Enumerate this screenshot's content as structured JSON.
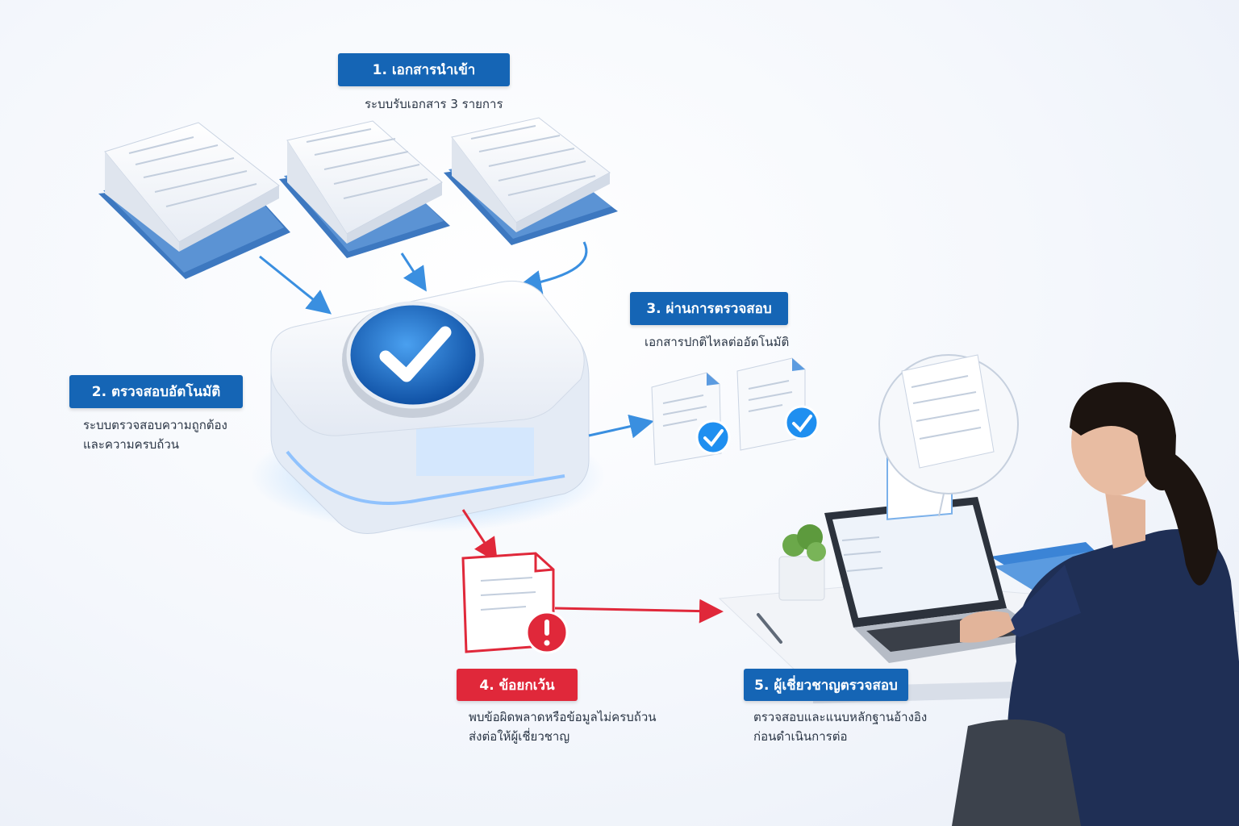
{
  "steps": [
    {
      "title": "1. เอกสารนำเข้า",
      "lines": [
        "ระบบรับเอกสาร 3 รายการ"
      ]
    },
    {
      "title": "2. ตรวจสอบอัตโนมัติ",
      "lines": [
        "ระบบตรวจสอบความถูกต้อง",
        "และความครบถ้วน"
      ]
    },
    {
      "title": "3. ผ่านการตรวจสอบ",
      "lines": [
        "เอกสารปกติไหลต่ออัตโนมัติ"
      ]
    },
    {
      "title": "4. ข้อยกเว้น",
      "lines": [
        "พบข้อผิดพลาดหรือข้อมูลไม่ครบถ้วน",
        "ส่งต่อให้ผู้เชี่ยวชาญ"
      ]
    },
    {
      "title": "5. ผู้เชี่ยวชาญตรวจสอบ",
      "lines": [
        "ตรวจสอบและแนบหลักฐานอ้างอิง",
        "ก่อนดำเนินการต่อ"
      ]
    }
  ],
  "colors": {
    "primary": "#1565b5",
    "exception": "#e0283a",
    "arrow": "#3a8fe0"
  }
}
